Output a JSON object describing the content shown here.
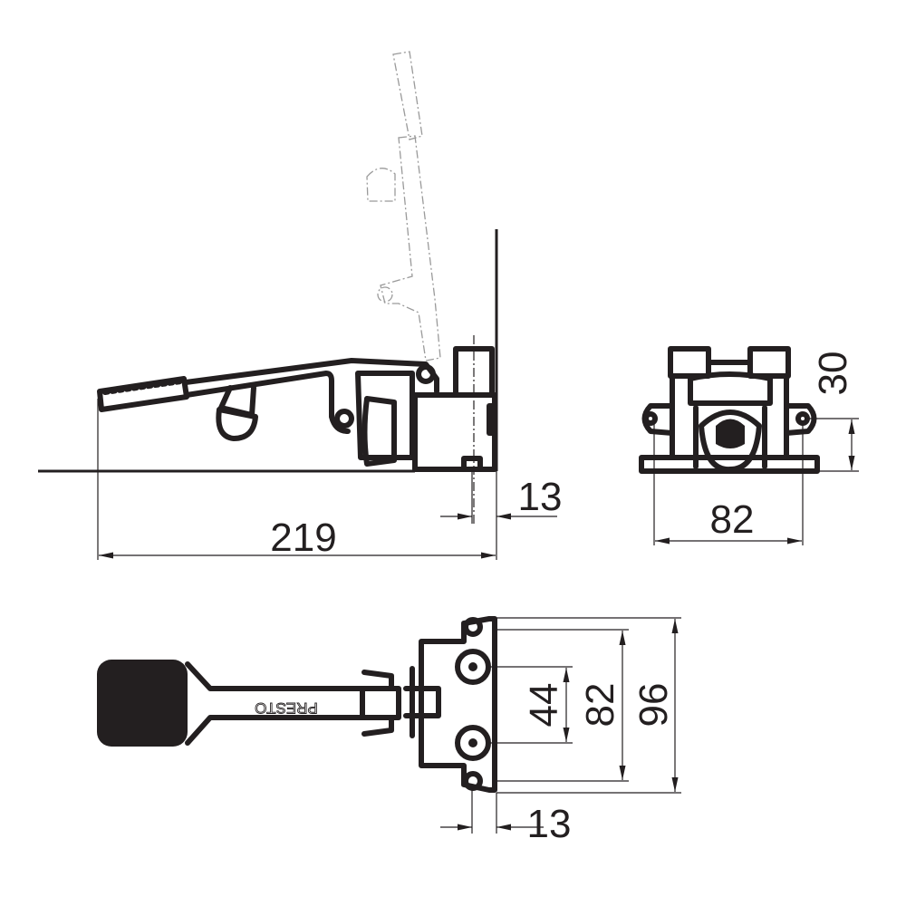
{
  "title": "Foot pedal technical drawing",
  "brand_marking": "PRESTO",
  "colors": {
    "ink": "#231f20",
    "ghost": "#9a9a9a",
    "background": "#ffffff"
  },
  "dimensions": {
    "side_length": "219",
    "side_offset": "13",
    "front_width": "82",
    "front_height": "30",
    "top_inner": "44",
    "top_middle": "82",
    "top_outer": "96",
    "top_offset": "13"
  }
}
